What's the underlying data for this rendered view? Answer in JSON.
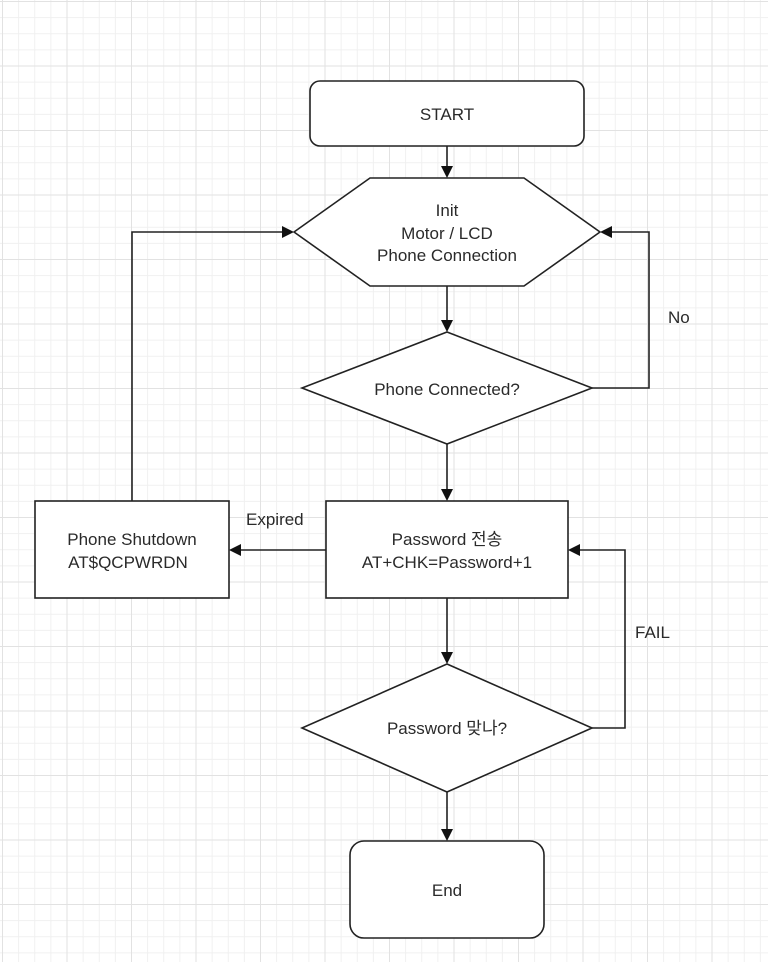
{
  "diagram": {
    "type": "flowchart",
    "nodes": {
      "start": {
        "kind": "terminal",
        "lines": [
          "START"
        ]
      },
      "init": {
        "kind": "preparation",
        "lines": [
          "Init",
          "Motor / LCD",
          "Phone Connection"
        ]
      },
      "phone_connected": {
        "kind": "decision",
        "lines": [
          "Phone Connected?"
        ]
      },
      "password_send": {
        "kind": "process",
        "lines": [
          "Password 전송",
          "AT+CHK=Password+1"
        ]
      },
      "phone_shutdown": {
        "kind": "process",
        "lines": [
          "Phone Shutdown",
          "AT$QCPWRDN"
        ]
      },
      "password_check": {
        "kind": "decision",
        "lines": [
          "Password 맞나?"
        ]
      },
      "end": {
        "kind": "terminal",
        "lines": [
          "End"
        ]
      }
    },
    "edges": [
      {
        "from": "start",
        "to": "init",
        "label": ""
      },
      {
        "from": "init",
        "to": "phone_connected",
        "label": ""
      },
      {
        "from": "phone_connected",
        "to": "init",
        "label": "No"
      },
      {
        "from": "phone_connected",
        "to": "password_send",
        "label": ""
      },
      {
        "from": "password_send",
        "to": "phone_shutdown",
        "label": "Expired"
      },
      {
        "from": "phone_shutdown",
        "to": "init",
        "label": ""
      },
      {
        "from": "password_send",
        "to": "password_check",
        "label": ""
      },
      {
        "from": "password_check",
        "to": "password_send",
        "label": "FAIL"
      },
      {
        "from": "password_check",
        "to": "end",
        "label": ""
      }
    ],
    "edge_labels": {
      "no": "No",
      "expired": "Expired",
      "fail": "FAIL"
    }
  }
}
